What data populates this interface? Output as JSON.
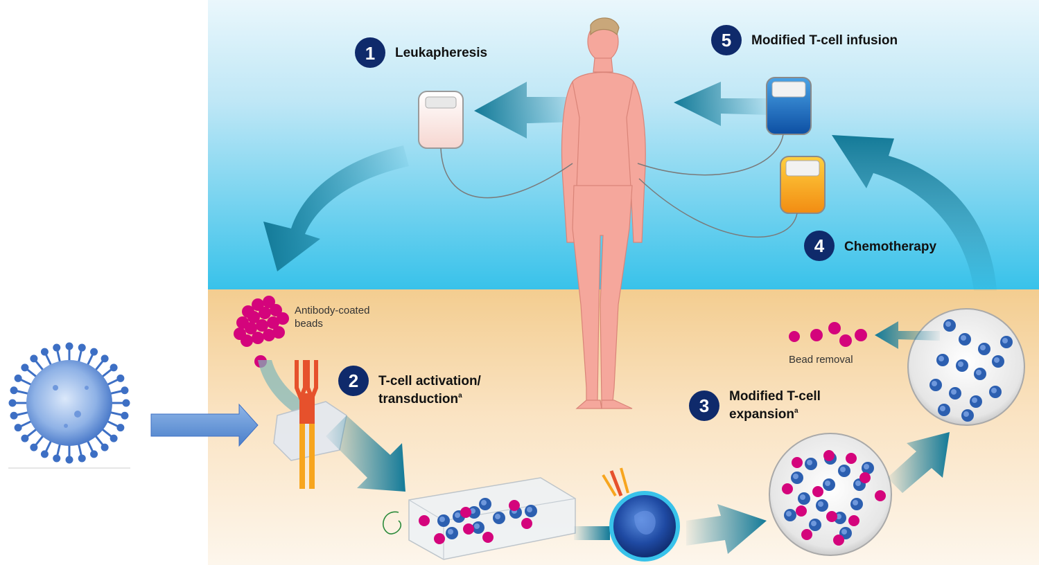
{
  "colors": {
    "sky_top": "#dff2fb",
    "sky_bottom": "#39c3e9",
    "sand_top": "#f4cf93",
    "sand_bottom": "#fdf3e6",
    "teal_arrow": "#137a98",
    "step_badge": "#0f2a6b",
    "bead": "#d4047c",
    "body_skin": "#f4a59b",
    "cell_blue": "#2c5fb0",
    "bag_blue": "#1d6fc5",
    "bag_orange": "#f7a51e",
    "input_arrow": "#5a8ed4"
  },
  "steps": [
    {
      "num": "1",
      "label": "Leukapheresis"
    },
    {
      "num": "2",
      "label_line1": "T-cell activation/",
      "label_line2": "transduction",
      "footnote": "a"
    },
    {
      "num": "3",
      "label_line1": "Modified T-cell",
      "label_line2": "expansion",
      "footnote": "a"
    },
    {
      "num": "4",
      "label": "Chemotherapy"
    },
    {
      "num": "5",
      "label": "Modified T-cell infusion"
    }
  ],
  "labels": {
    "beads_line1": "Antibody-coated",
    "beads_line2": "beads",
    "bead_removal": "Bead removal"
  },
  "icons": {
    "virus": "virus-icon",
    "human": "human-figure-icon",
    "bag": "iv-bag-icon",
    "flask": "culture-flask-icon",
    "cell": "t-cell-icon",
    "receptor": "car-receptor-icon"
  }
}
